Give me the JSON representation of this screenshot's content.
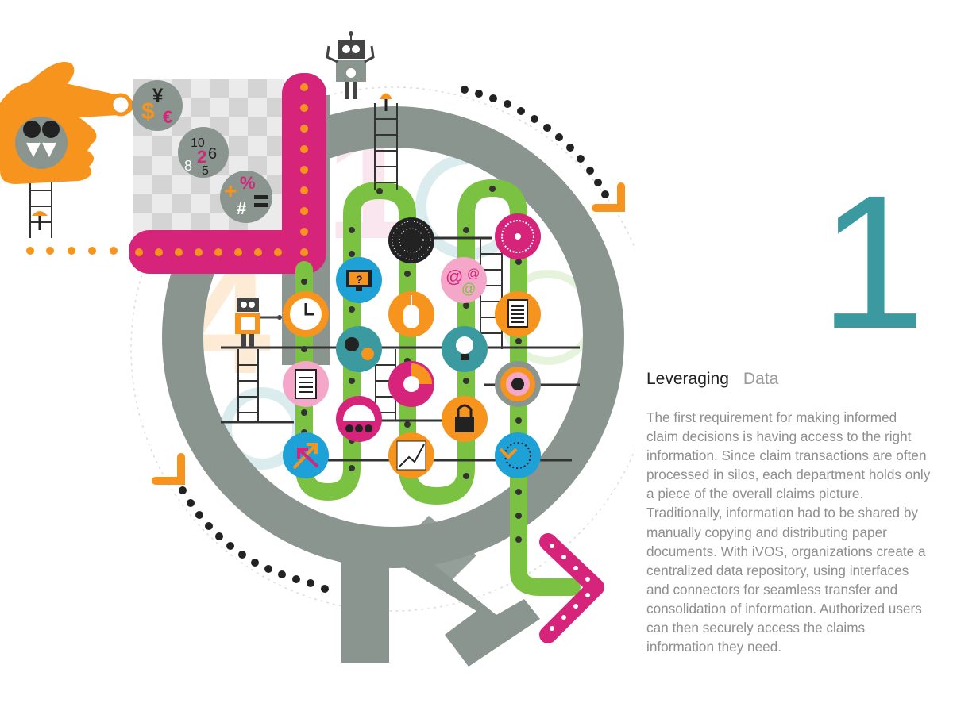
{
  "number": "1",
  "heading": {
    "primary": "Leveraging",
    "secondary": "Data"
  },
  "body": "The first requirement for making informed claim decisions is having access to the right information. Since claim transactions are often processed in silos, each department holds only a piece of the overall claims picture. Traditionally, information had to be shared by manually copying and distributing paper documents. With iVOS, organizations create a centralized data repository, using interfaces and connectors for seamless transfer and consolidation of information. Authorized users can then securely access the claims information they need.",
  "colors": {
    "teal": "#3a9aa0",
    "magenta": "#d6247a",
    "orange": "#f7941d",
    "green": "#7cc242",
    "gray": "#8a958f",
    "dark": "#333333"
  },
  "illustration": {
    "icons": [
      "currency-icon",
      "numbers-icon",
      "math-symbols-icon",
      "binary-icon",
      "starburst-icon",
      "monitor-question-icon",
      "swirl-icon",
      "clock-icon",
      "mouse-icon",
      "document-icon",
      "gears-icon",
      "lightbulb-icon",
      "clipboard-icon",
      "chart-icon",
      "target-icon",
      "speedometer-icon",
      "lock-icon",
      "arrows-icon",
      "growth-chart-icon",
      "refresh-icon",
      "robot-icon",
      "hand-icon"
    ]
  }
}
